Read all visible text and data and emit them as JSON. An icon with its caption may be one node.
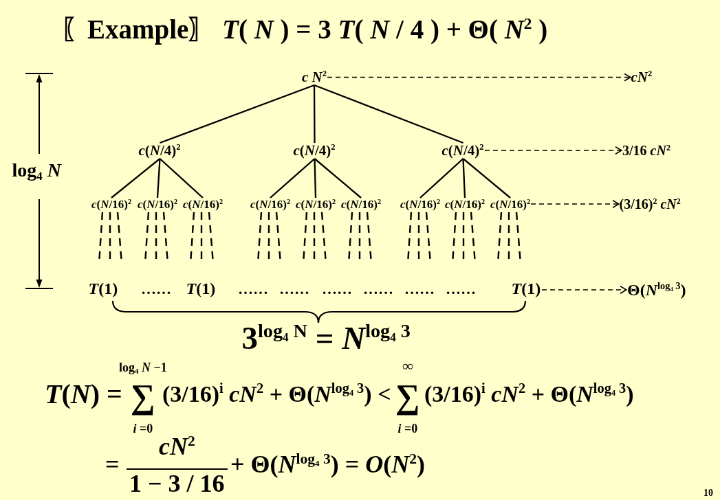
{
  "diagram": {
    "title": "〖Example〗 *T*( *N* ) = 3 *T*( *N* / 4 ) + Θ( *N*$^{2}$ )",
    "nodes": [
      {
        "text": [
          "*c N*$^{2}$"
        ]
      },
      {
        "text": [
          "*c*(*N*/4)$^{2}$"
        ]
      },
      {
        "text": [
          "*c*(*N*/4)$^{2}$"
        ]
      },
      {
        "text": [
          "*c*(*N*/4)$^{2}$"
        ]
      },
      {
        "text": [
          "*c*(*N*/16)$^{2}$"
        ]
      },
      {
        "text": [
          "*c*(*N*/16)$^{2}$"
        ]
      },
      {
        "text": [
          "*c*(*N*/16)$^{2}$"
        ]
      },
      {
        "text": [
          "*c*(*N*/16)$^{2}$"
        ]
      },
      {
        "text": [
          "*c*(*N*/16)$^{2}$"
        ]
      },
      {
        "text": [
          "*c*(*N*/16)$^{2}$"
        ]
      },
      {
        "text": [
          "*c*(*N*/16)$^{2}$"
        ]
      },
      {
        "text": [
          "*c*(*N*/16)$^{2}$"
        ]
      },
      {
        "text": [
          "*c*(*N*/16)$^{2}$"
        ]
      },
      {
        "text": [
          "*T*(1)"
        ]
      },
      {
        "text": [
          "*T*(1)"
        ]
      },
      {
        "text": [
          "*T*(1)"
        ]
      },
      {
        "text": [
          "*cN*$^{2}$"
        ]
      },
      {
        "text": [
          "3/16 *cN*$^{2}$"
        ]
      },
      {
        "text": [
          "(3/16)$^{2}$ *cN*$^{2}$"
        ]
      },
      {
        "text": [
          "Θ(*N*$^{log₄ 3}$)"
        ]
      }
    ],
    "edges": [
      {
        "from": 0,
        "to": 1,
        "arrow": "none"
      },
      {
        "from": 0,
        "to": 2,
        "arrow": "none"
      },
      {
        "from": 0,
        "to": 3,
        "arrow": "none"
      },
      {
        "from": 1,
        "to": 4,
        "arrow": "none"
      },
      {
        "from": 1,
        "to": 5,
        "arrow": "none"
      },
      {
        "from": 1,
        "to": 6,
        "arrow": "none"
      },
      {
        "from": 2,
        "to": 7,
        "arrow": "none"
      },
      {
        "from": 2,
        "to": 8,
        "arrow": "none"
      },
      {
        "from": 2,
        "to": 9,
        "arrow": "none"
      },
      {
        "from": 3,
        "to": 10,
        "arrow": "none"
      },
      {
        "from": 3,
        "to": 11,
        "arrow": "none"
      },
      {
        "from": 3,
        "to": 12,
        "arrow": "none"
      },
      {
        "from": 0,
        "to": 16,
        "arrow": "to",
        "style": "dashed"
      },
      {
        "from": 3,
        "to": 17,
        "arrow": "to",
        "style": "dashed"
      },
      {
        "from": 12,
        "to": 18,
        "arrow": "to",
        "style": "dashed"
      },
      {
        "from": 15,
        "to": 19,
        "arrow": "to",
        "style": "dashed"
      },
      {
        "from": 4,
        "to": null,
        "arrow": "none",
        "style": "dashed"
      },
      {
        "from": 4,
        "to": null,
        "arrow": "none",
        "style": "dashed"
      },
      {
        "from": 4,
        "to": null,
        "arrow": "none",
        "style": "dashed"
      },
      {
        "from": 5,
        "to": null,
        "arrow": "none",
        "style": "dashed"
      },
      {
        "from": 5,
        "to": null,
        "arrow": "none",
        "style": "dashed"
      },
      {
        "from": 5,
        "to": null,
        "arrow": "none",
        "style": "dashed"
      },
      {
        "from": 6,
        "to": null,
        "arrow": "none",
        "style": "dashed"
      },
      {
        "from": 6,
        "to": null,
        "arrow": "none",
        "style": "dashed"
      },
      {
        "from": 6,
        "to": null,
        "arrow": "none",
        "style": "dashed"
      },
      {
        "from": 7,
        "to": null,
        "arrow": "none",
        "style": "dashed"
      },
      {
        "from": 7,
        "to": null,
        "arrow": "none",
        "style": "dashed"
      },
      {
        "from": 7,
        "to": null,
        "arrow": "none",
        "style": "dashed"
      },
      {
        "from": 8,
        "to": null,
        "arrow": "none",
        "style": "dashed"
      },
      {
        "from": 8,
        "to": null,
        "arrow": "none",
        "style": "dashed"
      },
      {
        "from": 8,
        "to": null,
        "arrow": "none",
        "style": "dashed"
      },
      {
        "from": 9,
        "to": null,
        "arrow": "none",
        "style": "dashed"
      },
      {
        "from": 9,
        "to": null,
        "arrow": "none",
        "style": "dashed"
      },
      {
        "from": 9,
        "to": null,
        "arrow": "none",
        "style": "dashed"
      },
      {
        "from": 10,
        "to": null,
        "arrow": "none",
        "style": "dashed"
      },
      {
        "from": 10,
        "to": null,
        "arrow": "none",
        "style": "dashed"
      },
      {
        "from": 10,
        "to": null,
        "arrow": "none",
        "style": "dashed"
      },
      {
        "from": 11,
        "to": null,
        "arrow": "none",
        "style": "dashed"
      },
      {
        "from": 11,
        "to": null,
        "arrow": "none",
        "style": "dashed"
      },
      {
        "from": 11,
        "to": null,
        "arrow": "none",
        "style": "dashed"
      },
      {
        "from": 12,
        "to": null,
        "arrow": "none",
        "style": "dashed"
      },
      {
        "from": 12,
        "to": null,
        "arrow": "none",
        "style": "dashed"
      },
      {
        "from": 12,
        "to": null,
        "arrow": "none",
        "style": "dashed"
      }
    ],
    "labels": [
      "log$_{4}$ *N*",
      "……",
      "……",
      "……",
      "……",
      "……",
      "……",
      "……",
      "3$^{log₄ N}$ = *N*$^{log₄ 3}$",
      "log$_{4}$ *N* −1",
      "∞",
      "*T*(*N*) =",
      "∑",
      "(3/16)$^{i}$ *cN*$^{2}$ + Θ(*N*$^{log₄ 3}$) <",
      "∑",
      "(3/16)$^{i}$ *cN*$^{2}$ + Θ(*N*$^{log₄ 3}$)",
      "*i* =0",
      "*i* =0",
      "*cN*$^{2}$",
      "=",
      "+ Θ(*N*$^{log₄ 3}$) = *O*(*N*$^{2}$)",
      "1 − 3 / 16",
      "10"
    ]
  }
}
